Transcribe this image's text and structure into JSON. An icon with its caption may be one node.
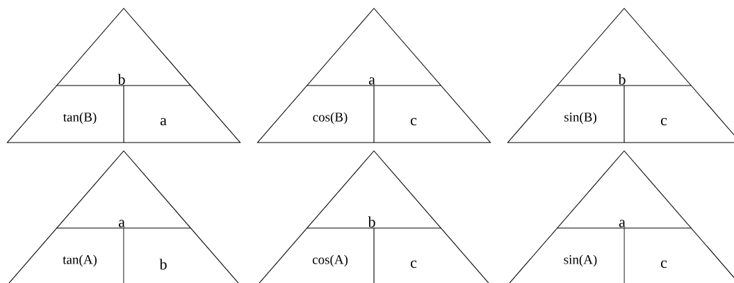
{
  "diagram": {
    "nodes": [
      {
        "text": [
          "b",
          "tan(B)",
          "a"
        ]
      },
      {
        "text": [
          "a",
          "cos(B)",
          "c"
        ]
      },
      {
        "text": [
          "b",
          "sin(B)",
          "c"
        ]
      },
      {
        "text": [
          "a",
          "tan(A)",
          "b"
        ]
      },
      {
        "text": [
          "b",
          "cos(A)",
          "c"
        ]
      },
      {
        "text": [
          "a",
          "sin(A)",
          "c"
        ]
      }
    ]
  }
}
